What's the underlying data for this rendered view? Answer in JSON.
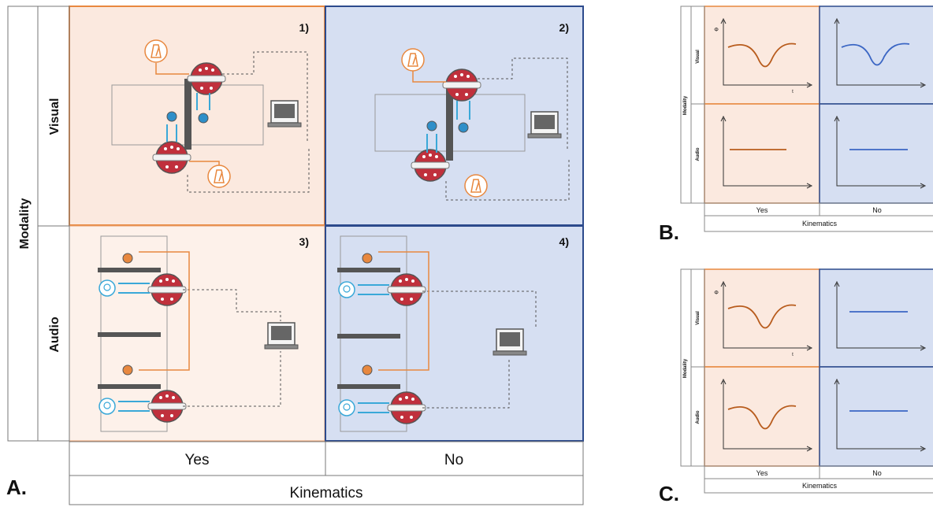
{
  "panelA": {
    "letter": "A.",
    "row_axis": "Modality",
    "rows": [
      "Visual",
      "Audio"
    ],
    "cols": [
      "Yes",
      "No"
    ],
    "col_axis": "Kinematics",
    "cells": [
      "1)",
      "2)",
      "3)",
      "4)"
    ]
  },
  "panelB": {
    "letter": "B.",
    "row_axis": "Modality",
    "rows": [
      "Visual",
      "Audio"
    ],
    "cols": [
      "Yes",
      "No"
    ],
    "col_axis": "Kinematics",
    "y_symbol": "Φ",
    "x_symbol": "t"
  },
  "panelC": {
    "letter": "C.",
    "row_axis": "Modality",
    "rows": [
      "Visual",
      "Audio"
    ],
    "cols": [
      "Yes",
      "No"
    ],
    "col_axis": "Kinematics",
    "y_symbol": "Φ",
    "x_symbol": "t"
  },
  "colors": {
    "yes_fill": "#fbe9df",
    "yes_border": "#e8883f",
    "no_fill": "#d6dff2",
    "no_border": "#2c4a8c",
    "curve_yes": "#b85c1d",
    "curve_no": "#3b66c4"
  }
}
